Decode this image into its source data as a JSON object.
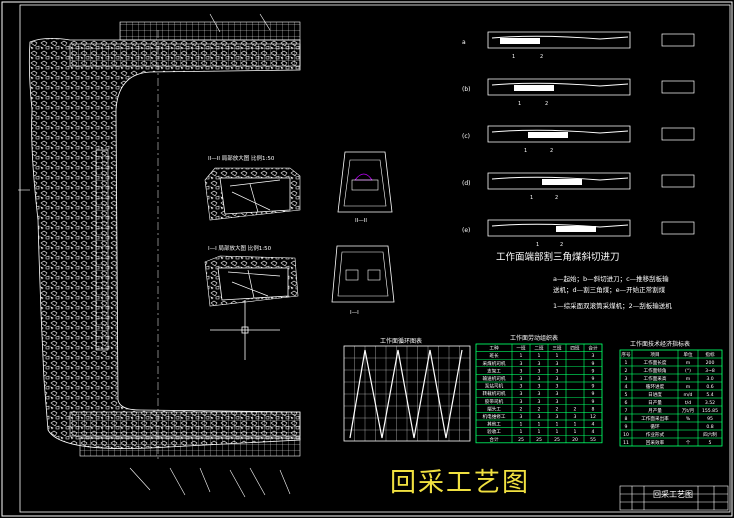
{
  "drawing": {
    "main_title": "回采工艺图",
    "title_block_name": "回采工艺图",
    "colors": {
      "background": "#000000",
      "line": "#ffffff",
      "accent": "#ffd400",
      "table_fill": "#00ff66",
      "wave": "#ff3030"
    }
  },
  "sections": {
    "section_2_2": "II—II 局部放大图     比例1:50",
    "section_1_1": "I—I 局部放大图     比例1:50",
    "cut_2": "II—II",
    "cut_1": "I—I"
  },
  "steps": {
    "title": "工作面端部割三角煤斜切进刀",
    "desc_line1": "a—起始；b—斜切进刀；c—推移刮板输",
    "desc_line2": "送机；d—割三角煤；e—开始正常割煤",
    "desc_line3": "1—综采面双滚筒采煤机；2—刮板输送机",
    "labels": [
      "a",
      "(b)",
      "(c)",
      "(d)",
      "(e)"
    ],
    "num1": "1",
    "num2": "2"
  },
  "cycle_chart": {
    "title": "工作面循环图表"
  },
  "labor_table": {
    "title": "工作面劳动组织表",
    "headers": [
      "工种",
      "一班",
      "二班",
      "三班",
      "四班",
      "合计"
    ],
    "rows": [
      [
        "班长",
        "1",
        "1",
        "1",
        "",
        "3"
      ],
      [
        "采煤机司机",
        "3",
        "3",
        "3",
        "",
        "9"
      ],
      [
        "支架工",
        "3",
        "3",
        "3",
        "",
        "9"
      ],
      [
        "输送机司机",
        "3",
        "3",
        "3",
        "",
        "9"
      ],
      [
        "泵站司机",
        "3",
        "3",
        "3",
        "",
        "9"
      ],
      [
        "转载机司机",
        "3",
        "3",
        "3",
        "",
        "9"
      ],
      [
        "胶带司机",
        "3",
        "3",
        "3",
        "",
        "9"
      ],
      [
        "端头工",
        "2",
        "2",
        "2",
        "2",
        "8"
      ],
      [
        "机电维修工",
        "3",
        "3",
        "3",
        "3",
        "12"
      ],
      [
        "其他工",
        "1",
        "1",
        "1",
        "1",
        "4"
      ],
      [
        "验收工",
        "1",
        "1",
        "1",
        "1",
        "4"
      ],
      [
        "合计",
        "25",
        "25",
        "25",
        "20",
        "55"
      ]
    ]
  },
  "tech_table": {
    "title": "工作面技术经济指标表",
    "headers": [
      "序号",
      "项目",
      "单位",
      "指标"
    ],
    "rows": [
      [
        "1",
        "工作面长度",
        "m",
        "200"
      ],
      [
        "2",
        "工作面倾角",
        "(°)",
        "3~8"
      ],
      [
        "3",
        "工作面采高",
        "m",
        "3.0"
      ],
      [
        "4",
        "循环进度",
        "m",
        "0.6"
      ],
      [
        "5",
        "日进度",
        "m/d",
        "5.4"
      ],
      [
        "6",
        "日产量",
        "t/d",
        "3.52"
      ],
      [
        "7",
        "月产量",
        "万t/月",
        "155.85"
      ],
      [
        "8",
        "工作面采出率",
        "%",
        "95"
      ],
      [
        "9",
        "循环",
        "",
        "0.8"
      ],
      [
        "10",
        "作业形式",
        "",
        "四六制"
      ],
      [
        "11",
        "回采效率",
        "个",
        "5"
      ]
    ]
  }
}
